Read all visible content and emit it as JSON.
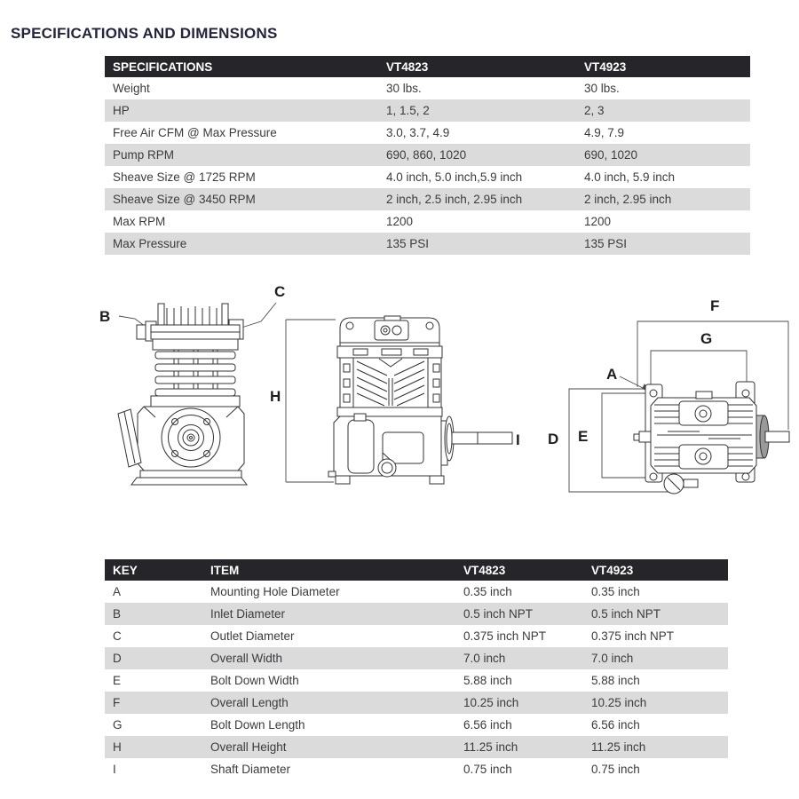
{
  "page": {
    "title": "SPECIFICATIONS AND DIMENSIONS"
  },
  "spec_table": {
    "headers": [
      "SPECIFICATIONS",
      "VT4823",
      "VT4923"
    ],
    "rows": [
      [
        "Weight",
        "30 lbs.",
        "30 lbs."
      ],
      [
        "HP",
        "1, 1.5, 2",
        "2, 3"
      ],
      [
        "Free Air CFM @ Max Pressure",
        "3.0, 3.7, 4.9",
        "4.9, 7.9"
      ],
      [
        "Pump RPM",
        "690, 860, 1020",
        "690, 1020"
      ],
      [
        "Sheave Size @ 1725 RPM",
        "4.0 inch, 5.0 inch,5.9 inch",
        "4.0 inch, 5.9 inch"
      ],
      [
        "Sheave Size @ 3450 RPM",
        "2 inch, 2.5 inch, 2.95 inch",
        "2 inch, 2.95 inch"
      ],
      [
        "Max RPM",
        "1200",
        "1200"
      ],
      [
        "Max Pressure",
        "135 PSI",
        "135 PSI"
      ]
    ]
  },
  "key_table": {
    "headers": [
      "KEY",
      "ITEM",
      "VT4823",
      "VT4923"
    ],
    "rows": [
      [
        "A",
        "Mounting Hole Diameter",
        "0.35 inch",
        "0.35 inch"
      ],
      [
        "B",
        "Inlet Diameter",
        "0.5 inch NPT",
        "0.5 inch NPT"
      ],
      [
        "C",
        "Outlet Diameter",
        "0.375 inch NPT",
        "0.375 inch NPT"
      ],
      [
        "D",
        "Overall Width",
        "7.0 inch",
        "7.0 inch"
      ],
      [
        "E",
        "Bolt Down Width",
        "5.88 inch",
        "5.88 inch"
      ],
      [
        "F",
        "Overall Length",
        "10.25 inch",
        "10.25 inch"
      ],
      [
        "G",
        "Bolt Down Length",
        "6.56 inch",
        "6.56 inch"
      ],
      [
        "H",
        "Overall Height",
        "11.25 inch",
        "11.25 inch"
      ],
      [
        "I",
        "Shaft Diameter",
        "0.75 inch",
        "0.75 inch"
      ]
    ]
  },
  "diagram": {
    "labels": {
      "inlet": "B",
      "outlet": "C",
      "overall_height": "H",
      "shaft": "I",
      "overall_length": "F",
      "bolt_down_length": "G",
      "mounting_hole": "A",
      "overall_width": "D",
      "bolt_down_width": "E"
    }
  },
  "colors": {
    "header_bg": "#26262a",
    "stripe": "#dbdbdb",
    "title": "#24243a",
    "text": "#3b3b3d",
    "line": "#333333"
  }
}
